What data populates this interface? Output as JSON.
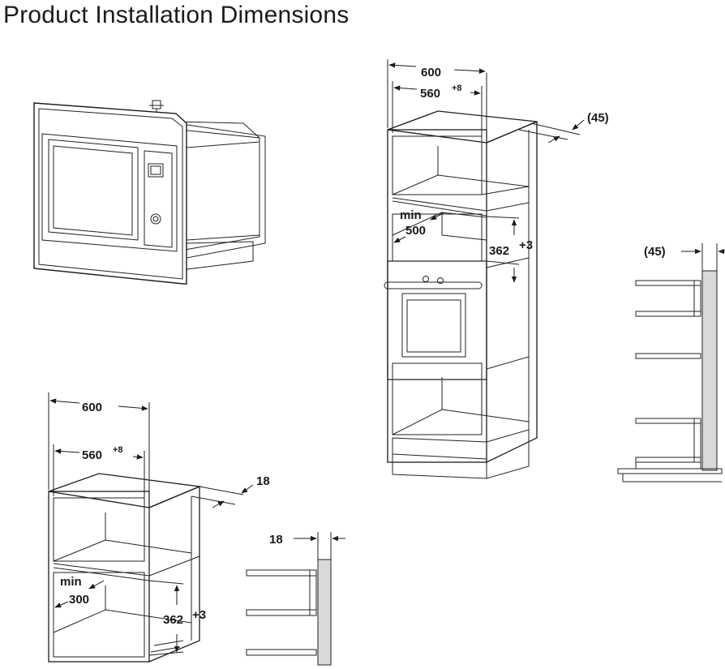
{
  "title": "Product Installation Dimensions",
  "colors": {
    "line": "#1c1c1c",
    "wall": "#d9d9d9",
    "background": "#ffffff"
  },
  "tall_cabinet": {
    "width_outer": "600",
    "width_inner": "560",
    "width_inner_tolerance": "+8",
    "depth_offset": "(45)",
    "min_label": "min",
    "min_value": "500",
    "opening_height": "362",
    "opening_height_tolerance": "+3"
  },
  "tall_side_detail": {
    "offset": "(45)"
  },
  "wall_cabinet": {
    "width_outer": "600",
    "width_inner": "560",
    "width_inner_tolerance": "+8",
    "panel_thickness": "18",
    "min_label": "min",
    "min_value": "300",
    "opening_height": "362",
    "opening_height_tolerance": "+3"
  },
  "wall_side_detail": {
    "panel_thickness": "18"
  }
}
